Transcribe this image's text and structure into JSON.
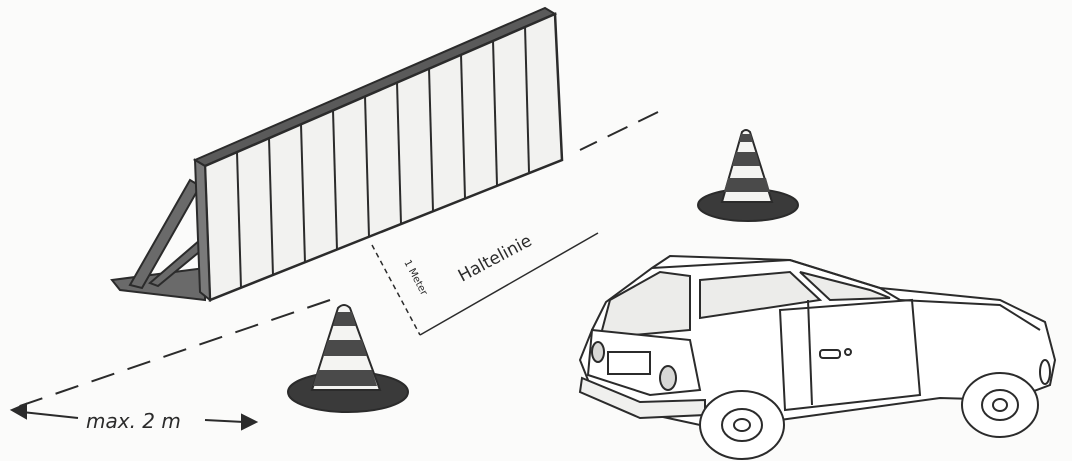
{
  "labels": {
    "meter": "1 Meter",
    "stop_line": "Haltelinie",
    "max_distance": "max. 2 m"
  },
  "colors": {
    "ink": "#2b2b2b",
    "wall_face": "#f2f2f0",
    "wall_top": "#5a5a5a",
    "cone_dark": "#4a4a4a",
    "cone_base": "#3a3a3a"
  }
}
